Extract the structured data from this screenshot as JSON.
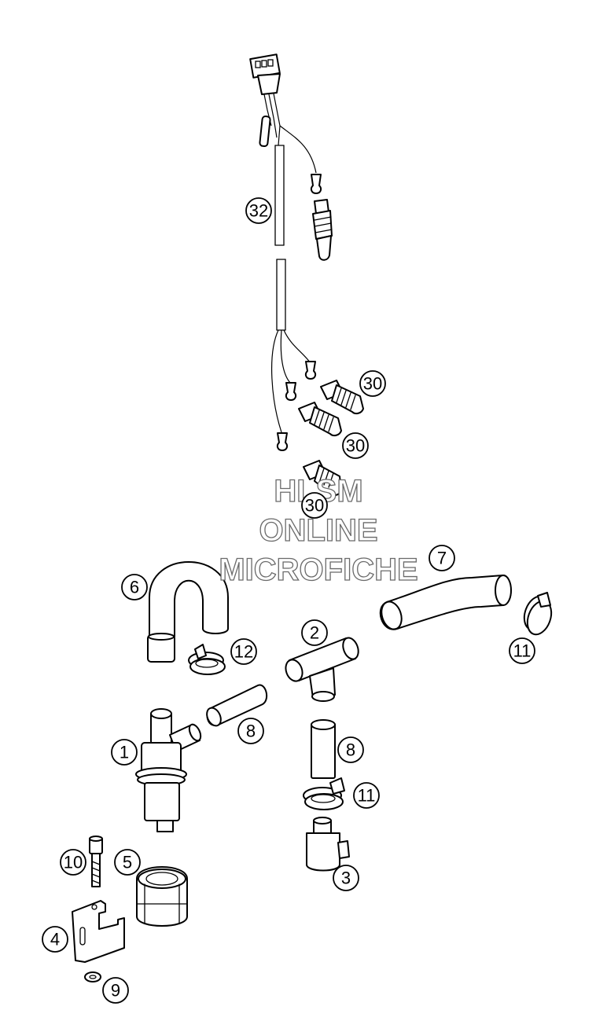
{
  "watermark": {
    "lines": [
      "HLSM",
      "ONLINE",
      "MICROFICHE"
    ]
  },
  "callouts": [
    {
      "id": "c32",
      "label": "32"
    },
    {
      "id": "c30a",
      "label": "30"
    },
    {
      "id": "c30b",
      "label": "30"
    },
    {
      "id": "c30c",
      "label": "30"
    },
    {
      "id": "c7",
      "label": "7"
    },
    {
      "id": "c6",
      "label": "6"
    },
    {
      "id": "c12",
      "label": "12"
    },
    {
      "id": "c2",
      "label": "2"
    },
    {
      "id": "c11a",
      "label": "11"
    },
    {
      "id": "c8a",
      "label": "8"
    },
    {
      "id": "c8b",
      "label": "8"
    },
    {
      "id": "c1",
      "label": "1"
    },
    {
      "id": "c11b",
      "label": "11"
    },
    {
      "id": "c10",
      "label": "10"
    },
    {
      "id": "c5",
      "label": "5"
    },
    {
      "id": "c3",
      "label": "3"
    },
    {
      "id": "c4",
      "label": "4"
    },
    {
      "id": "c9",
      "label": "9"
    }
  ]
}
